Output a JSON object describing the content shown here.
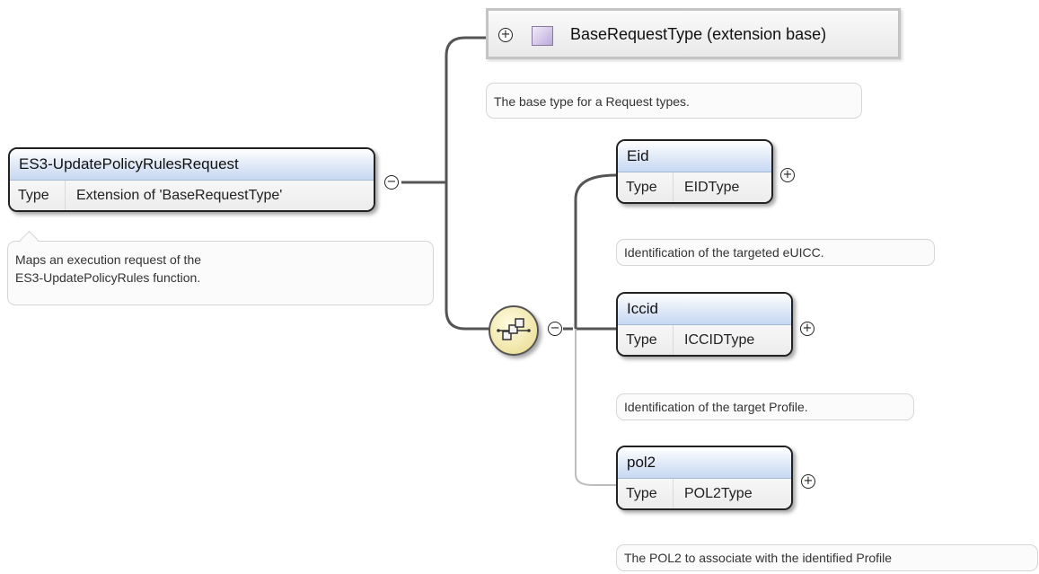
{
  "root": {
    "name": "ES3-UpdatePolicyRulesRequest",
    "type_label": "Type",
    "type_value": "Extension of 'BaseRequestType'",
    "note_line1": "Maps an execution request of the",
    "note_line2": "ES3-UpdatePolicyRules function."
  },
  "base": {
    "title": "BaseRequestType (extension base)",
    "note": "The base type for a Request types."
  },
  "sequence": {
    "icon": "sequence-compositor-icon"
  },
  "elements": [
    {
      "name": "Eid",
      "type_label": "Type",
      "type_value": "EIDType",
      "note": "Identification of the targeted eUICC."
    },
    {
      "name": "Iccid",
      "type_label": "Type",
      "type_value": "ICCIDType",
      "note": "Identification of the target Profile."
    },
    {
      "name": "pol2",
      "type_label": "Type",
      "type_value": "POL2Type",
      "note": "The POL2 to associate with the identified Profile"
    }
  ],
  "toggles": {
    "expand": "+",
    "collapse": "−"
  },
  "colors": {
    "header_gradient_end": "#c6d8f2",
    "sequence_fill": "#efe4a4",
    "connector": "#555555",
    "base_swatch": "#bba9d8"
  }
}
